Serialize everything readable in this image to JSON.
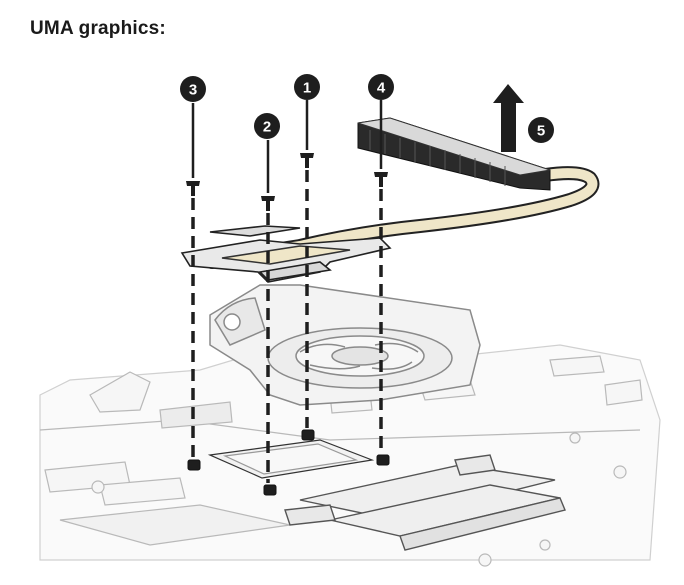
{
  "heading": "UMA graphics:",
  "callouts": [
    "1",
    "2",
    "3",
    "4",
    "5"
  ],
  "colors": {
    "heat_pipe": "#efe6c8",
    "fin_dark": "#2a2a2a",
    "line": "#222222",
    "chassis_fill": "#f4f4f4"
  }
}
